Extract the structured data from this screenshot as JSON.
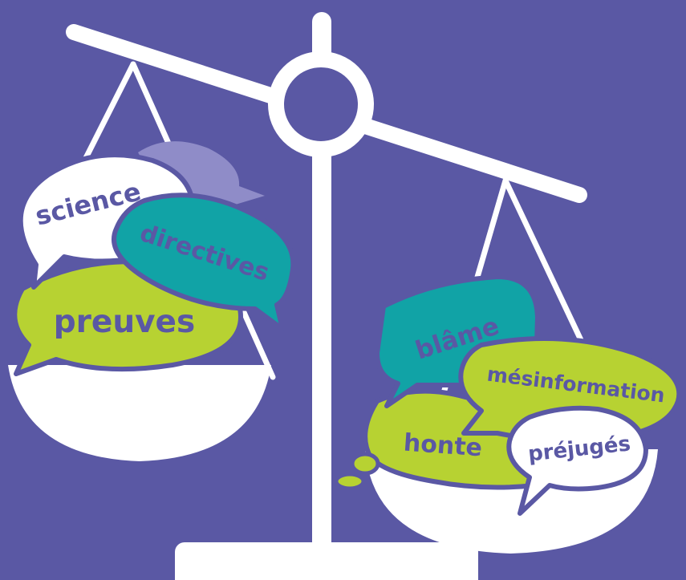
{
  "colors": {
    "background": "#5a58a4",
    "scale": "#ffffff",
    "outline": "#5a58a4",
    "lime": "#b7d232",
    "teal": "#11a3a6",
    "ghost": "#8f8cc8",
    "text_dark": "#5a58a4"
  },
  "left_pan": {
    "words": [
      "science",
      "directives",
      "preuves"
    ]
  },
  "right_pan": {
    "words": [
      "blâme",
      "mésinformation",
      "honte",
      "préjugés"
    ]
  }
}
